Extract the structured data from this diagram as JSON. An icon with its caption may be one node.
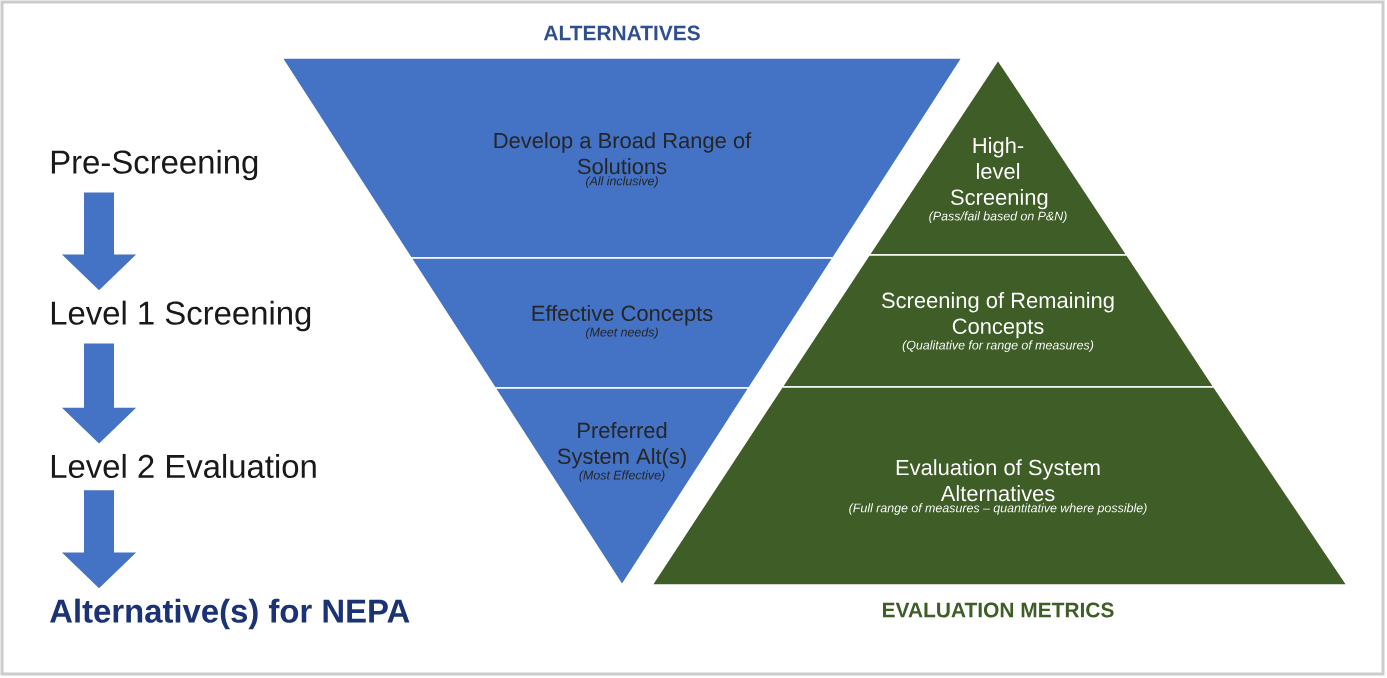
{
  "diagram": {
    "nodes": [
      {
        "text": [
          "Pre-Screening"
        ]
      },
      {
        "text": [
          "Level 1 Screening"
        ]
      },
      {
        "text": [
          "Level 2 Evaluation"
        ]
      },
      {
        "text": [
          "Alternative(s) for NEPA"
        ]
      },
      {
        "text": [
          "Develop a Broad Range of Solutions",
          "(All inclusive)"
        ]
      },
      {
        "text": [
          "Effective Concepts",
          "(Meet needs)"
        ]
      },
      {
        "text": [
          "Preferred System Alt(s)",
          "(Most Effective)"
        ]
      },
      {
        "text": [
          "High-level Screening",
          "(Pass/fail based on P&N)"
        ]
      },
      {
        "text": [
          "Screening of Remaining Concepts",
          "(Qualitative for range of measures)"
        ]
      },
      {
        "text": [
          "Evaluation of System Alternatives",
          "(Full range of measures – quantitative where possible)"
        ]
      }
    ],
    "edges": [
      {
        "from": 0,
        "to": 1,
        "arrow": "to"
      },
      {
        "from": 1,
        "to": 2,
        "arrow": "to"
      },
      {
        "from": 2,
        "to": 3,
        "arrow": "to"
      }
    ],
    "labels": [
      "ALTERNATIVES",
      "EVALUATION METRICS"
    ]
  }
}
